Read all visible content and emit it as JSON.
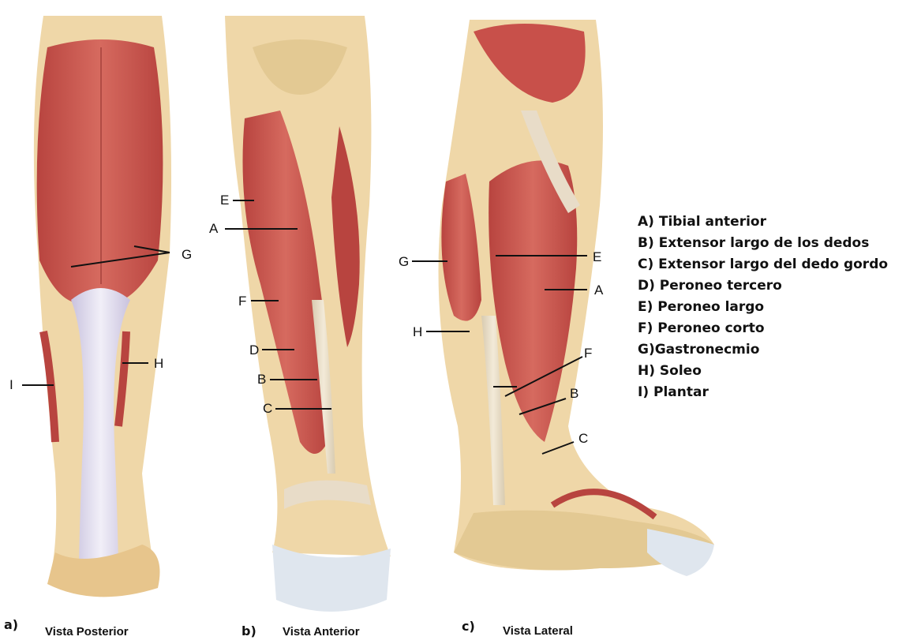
{
  "panels": [
    {
      "letter": "a)",
      "caption": "Vista Posterior"
    },
    {
      "letter": "b)",
      "caption": "Vista Anterior"
    },
    {
      "letter": "c)",
      "caption": "Vista Lateral"
    }
  ],
  "posterior_labels": {
    "g": "G",
    "h": "H",
    "i": "I"
  },
  "anterior_labels": {
    "e": "E",
    "a": "A",
    "f": "F",
    "d": "D",
    "b": "B",
    "c": "C"
  },
  "lateral_labels": {
    "g": "G",
    "e": "E",
    "a": "A",
    "h": "H",
    "f": "F",
    "b": "B",
    "c": "C"
  },
  "legend": [
    "A) Tibial anterior",
    "B) Extensor largo de los dedos",
    "C) Extensor largo del dedo gordo",
    "D) Peroneo tercero",
    "E) Peroneo largo",
    "F) Peroneo corto",
    "G)Gastronecmio",
    "H) Soleo",
    "I) Plantar"
  ],
  "colors": {
    "muscle": "#c8504a",
    "muscle_dark": "#a83a36",
    "tendon": "#e8dcc8",
    "skin": "#efd7a8",
    "fascia": "#d9d4ea",
    "nail": "#dfe6ee"
  }
}
